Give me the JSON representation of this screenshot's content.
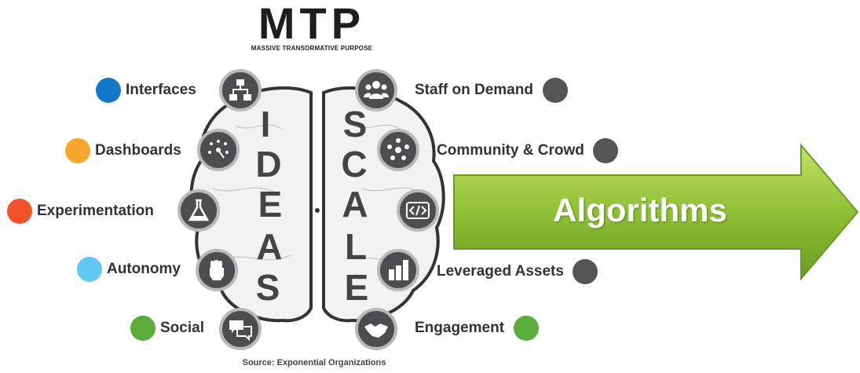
{
  "title": {
    "main": "MTP",
    "sub": "MASSIVE TRANSORMATIVE PURPOSE"
  },
  "left_items": [
    {
      "label": "Interfaces",
      "dot_color": "#1478c8",
      "icon": "flowchart-icon"
    },
    {
      "label": "Dashboards",
      "dot_color": "#f7a52d",
      "icon": "gauge-icon"
    },
    {
      "label": "Experimentation",
      "dot_color": "#f0532a",
      "icon": "flask-icon"
    },
    {
      "label": "Autonomy",
      "dot_color": "#62c7f2",
      "icon": "fist-icon"
    },
    {
      "label": "Social",
      "dot_color": "#5aab3c",
      "icon": "chat-bubbles-icon"
    }
  ],
  "right_items": [
    {
      "label": "Staff on Demand",
      "dot_color": "#555555",
      "icon": "people-icon"
    },
    {
      "label": "Community & Crowd",
      "dot_color": "#555555",
      "icon": "community-icon"
    },
    {
      "label": "",
      "dot_color": "",
      "icon": "code-icon"
    },
    {
      "label": "Leveraged Assets",
      "dot_color": "#555555",
      "icon": "rental-icon"
    },
    {
      "label": "Engagement",
      "dot_color": "#5aab3c",
      "icon": "handshake-icon"
    }
  ],
  "ideas_letters": [
    "I",
    "D",
    "E",
    "A",
    "S"
  ],
  "scale_letters": [
    "S",
    "C",
    "A",
    "L",
    "E"
  ],
  "arrow": {
    "label": "Algorithms",
    "color": "#8fc035"
  },
  "source": "Source: Exponential Organizations"
}
